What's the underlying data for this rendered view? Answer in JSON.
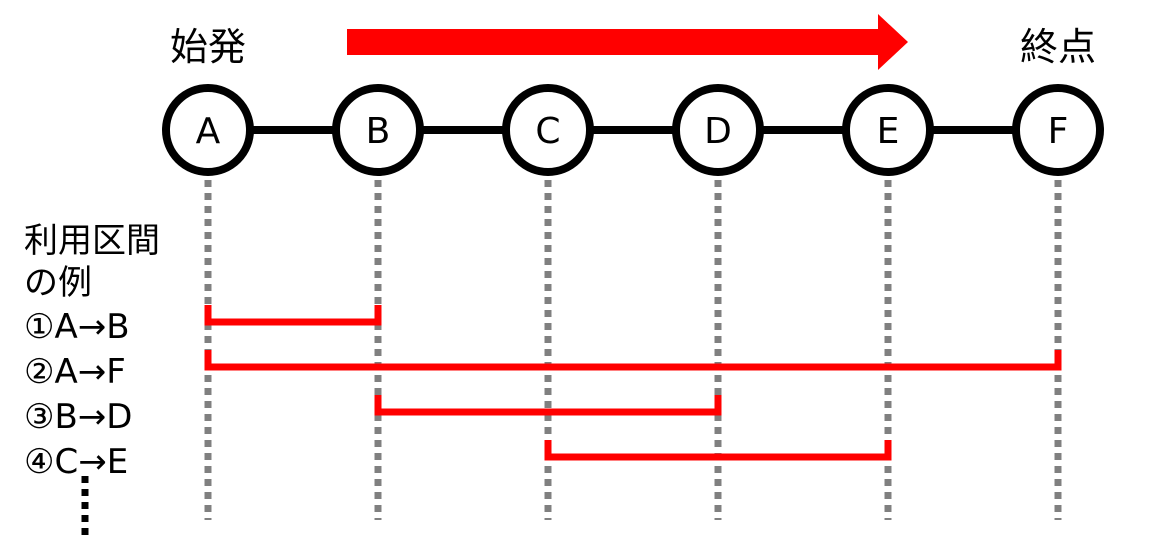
{
  "labels": {
    "start": "始発",
    "end": "終点",
    "example_title_line1": "利用区間",
    "example_title_line2": "の例"
  },
  "colors": {
    "accent": "#ff0000",
    "line": "#000000",
    "guide": "#808080"
  },
  "stations": [
    "A",
    "B",
    "C",
    "D",
    "E",
    "F"
  ],
  "examples": [
    {
      "label": "①A→B",
      "from": "A",
      "to": "B"
    },
    {
      "label": "②A→F",
      "from": "A",
      "to": "F"
    },
    {
      "label": "③B→D",
      "from": "B",
      "to": "D"
    },
    {
      "label": "④C→E",
      "from": "C",
      "to": "E"
    }
  ]
}
